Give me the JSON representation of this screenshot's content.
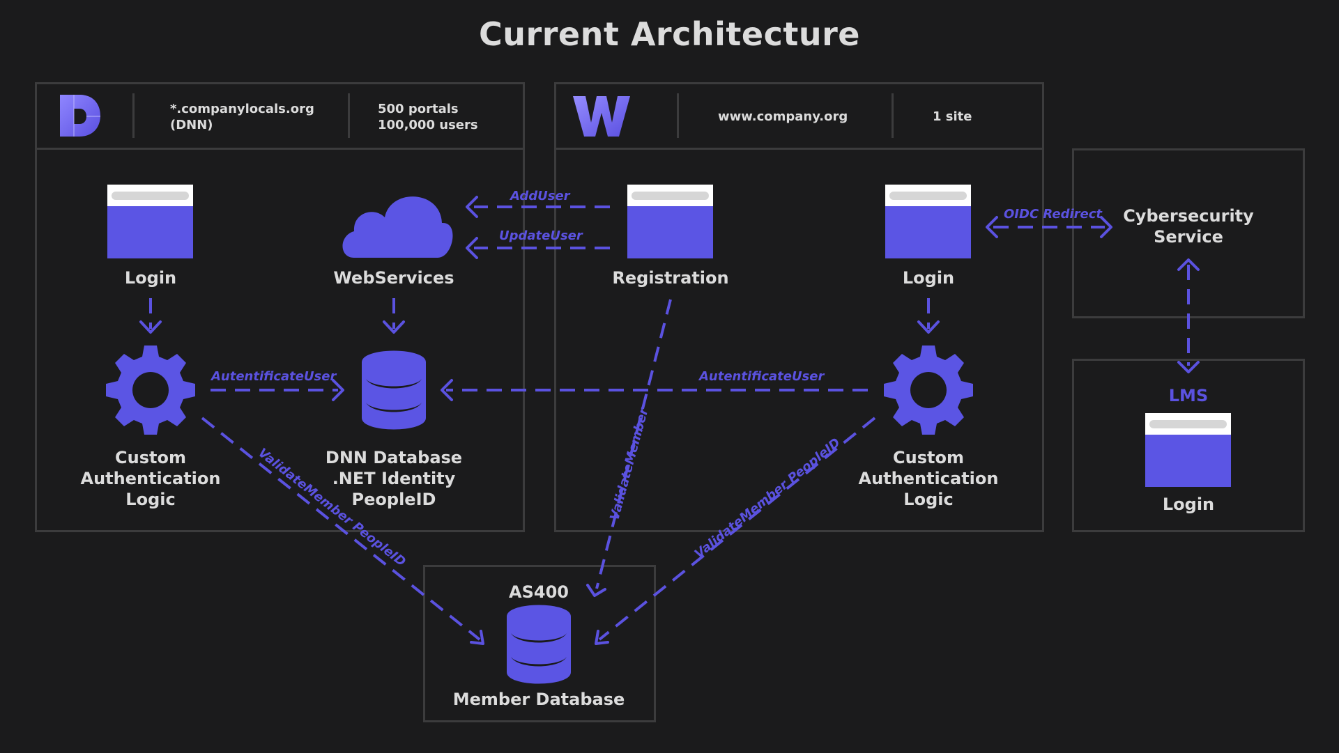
{
  "title": "Current Architecture",
  "colors": {
    "background": "#1b1b1c",
    "accent": "#5b55e4",
    "border": "#3c3c3d",
    "text": "#dcdcdc"
  },
  "dnn_panel": {
    "logo": "D",
    "domain_line1": "*.companylocals.org",
    "domain_line2": "(DNN)",
    "stats_line1": "500 portals",
    "stats_line2": "100,000 users",
    "nodes": {
      "login": "Login",
      "webservices": "WebServices",
      "auth_line1": "Custom",
      "auth_line2": "Authentication",
      "auth_line3": "Logic",
      "db_line1": "DNN Database",
      "db_line2": ".NET Identity",
      "db_line3": "PeopleID"
    }
  },
  "web_panel": {
    "logo": "W",
    "domain": "www.company.org",
    "stats": "1 site",
    "nodes": {
      "registration": "Registration",
      "login": "Login",
      "auth_line1": "Custom",
      "auth_line2": "Authentication",
      "auth_line3": "Logic"
    }
  },
  "cyber_panel": {
    "line1": "Cybersecurity",
    "line2": "Service"
  },
  "lms_panel": {
    "title": "LMS",
    "login": "Login"
  },
  "as400_panel": {
    "title": "AS400",
    "db": "Member Database"
  },
  "edges": {
    "add_user": "AddUser",
    "update_user": "UpdateUser",
    "auth_left": "AutentificateUser",
    "auth_right": "AutentificateUser",
    "oidc": "OIDC Redirect",
    "validate_member": "ValidateMember",
    "validate_left": "ValidateMember PeopleID",
    "validate_right": "ValidateMember PeopleID"
  }
}
